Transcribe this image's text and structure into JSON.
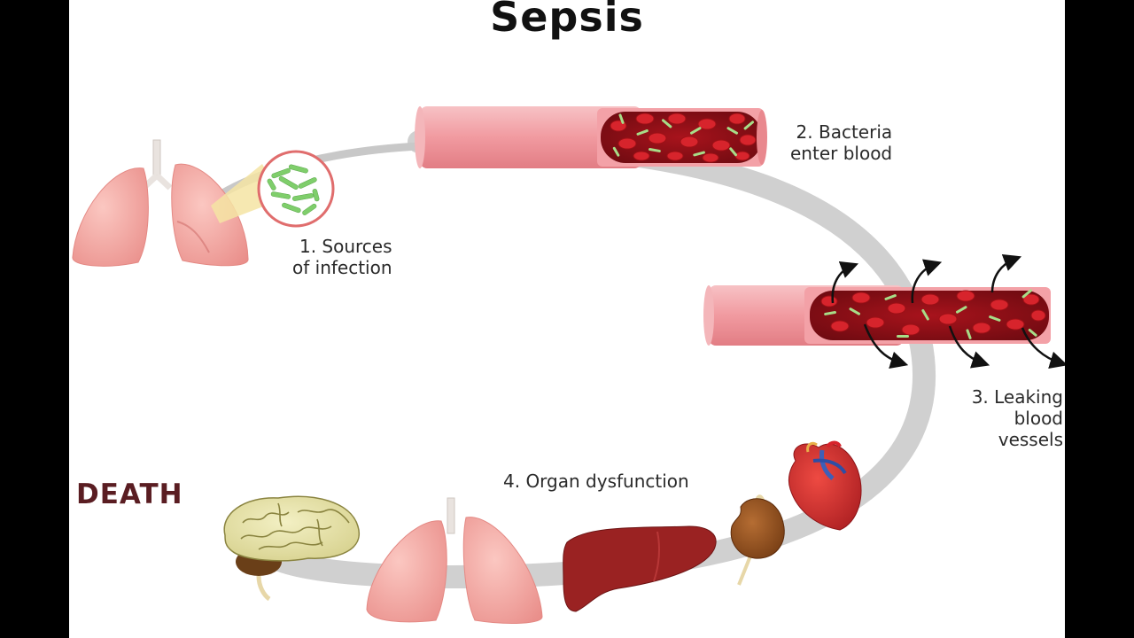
{
  "title": "Sepsis",
  "steps": [
    {
      "lines": [
        "1. Sources",
        "of infection"
      ]
    },
    {
      "lines": [
        "2. Bacteria",
        "enter blood"
      ]
    },
    {
      "lines": [
        "3. Leaking",
        "blood",
        "vessels"
      ]
    },
    {
      "lines": [
        "4. Organ dysfunction"
      ]
    }
  ],
  "end_label": "DEATH",
  "colors": {
    "ring": "#d0d0d0",
    "vessel_outer": "#f4a8ad",
    "vessel_inner": "#8e0e16",
    "blood_cell": "#d7242c",
    "bacteria": "#a8dd88",
    "lung": "#f3a8a4",
    "heart": "#c9282c",
    "liver": "#9a2222",
    "kidney": "#8b4e1c",
    "brain": "#e7e3a8",
    "death_text": "#5a1d22"
  }
}
